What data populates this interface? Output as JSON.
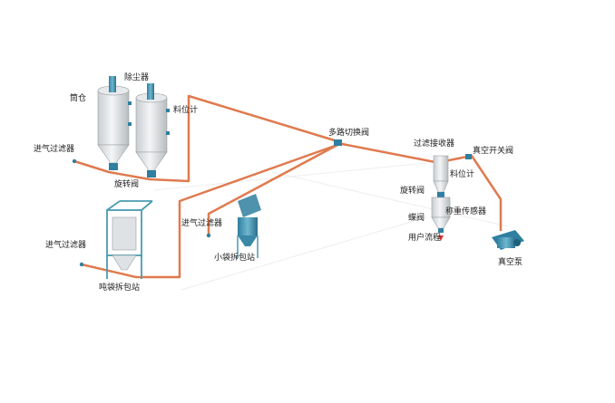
{
  "diagram": {
    "labels": {
      "silo": "筒仓",
      "dust_collector": "除尘器",
      "level_gauge_1": "料位计",
      "inlet_filter_1": "进气过滤器",
      "rotary_valve_1": "旋转阀",
      "diverter_valve": "多路切换阀",
      "filter_receiver": "过滤接收器",
      "vacuum_valve": "真空开关阀",
      "level_gauge_2": "料位计",
      "rotary_valve_2": "旋转阀",
      "butterfly_valve": "蝶阀",
      "load_cell": "称重传感器",
      "user_process": "用户流程",
      "vacuum_pump": "真空泵",
      "inlet_filter_2": "进气过滤器",
      "small_bag_station": "小袋拆包站",
      "inlet_filter_3": "进气过滤器",
      "bulk_bag_station": "吨袋拆包站"
    },
    "colors": {
      "pipe": "#e07a4f",
      "vessel": "#d9dde0",
      "frame": "#4a9bb0",
      "accent": "#2f7fa0",
      "arrow": "#e0302a"
    }
  }
}
